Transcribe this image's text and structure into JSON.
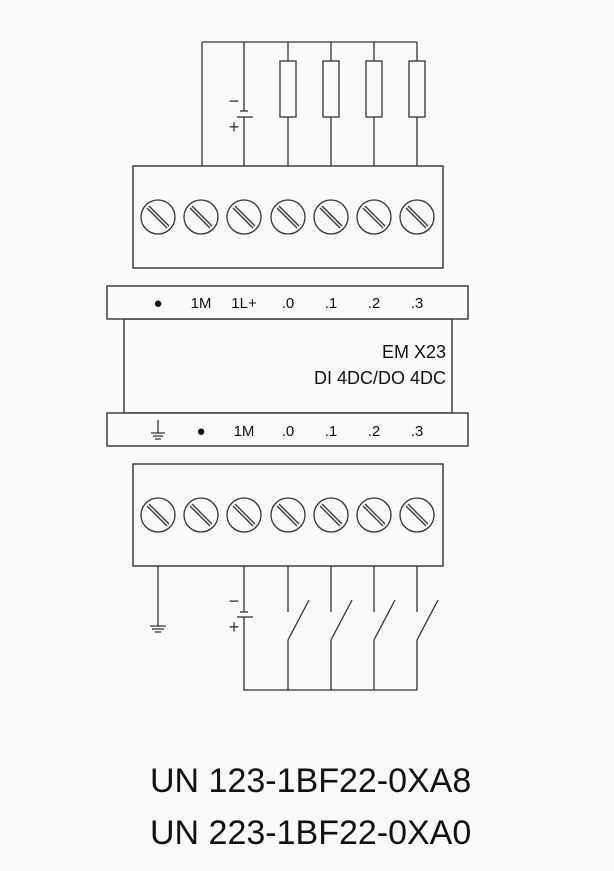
{
  "module": {
    "name": "EM X23",
    "description": "DI 4DC/DO 4DC"
  },
  "top_labels": [
    "●",
    "1M",
    "1L+",
    ".0",
    ".1",
    ".2",
    ".3"
  ],
  "bottom_labels": [
    "ground-symbol",
    "●",
    "1M",
    ".0",
    ".1",
    ".2",
    ".3"
  ],
  "battery_signs": {
    "minus": "−",
    "plus": "+"
  },
  "part_numbers": [
    "UN 123-1BF22-0XA8",
    "UN 223-1BF22-0XA0"
  ]
}
